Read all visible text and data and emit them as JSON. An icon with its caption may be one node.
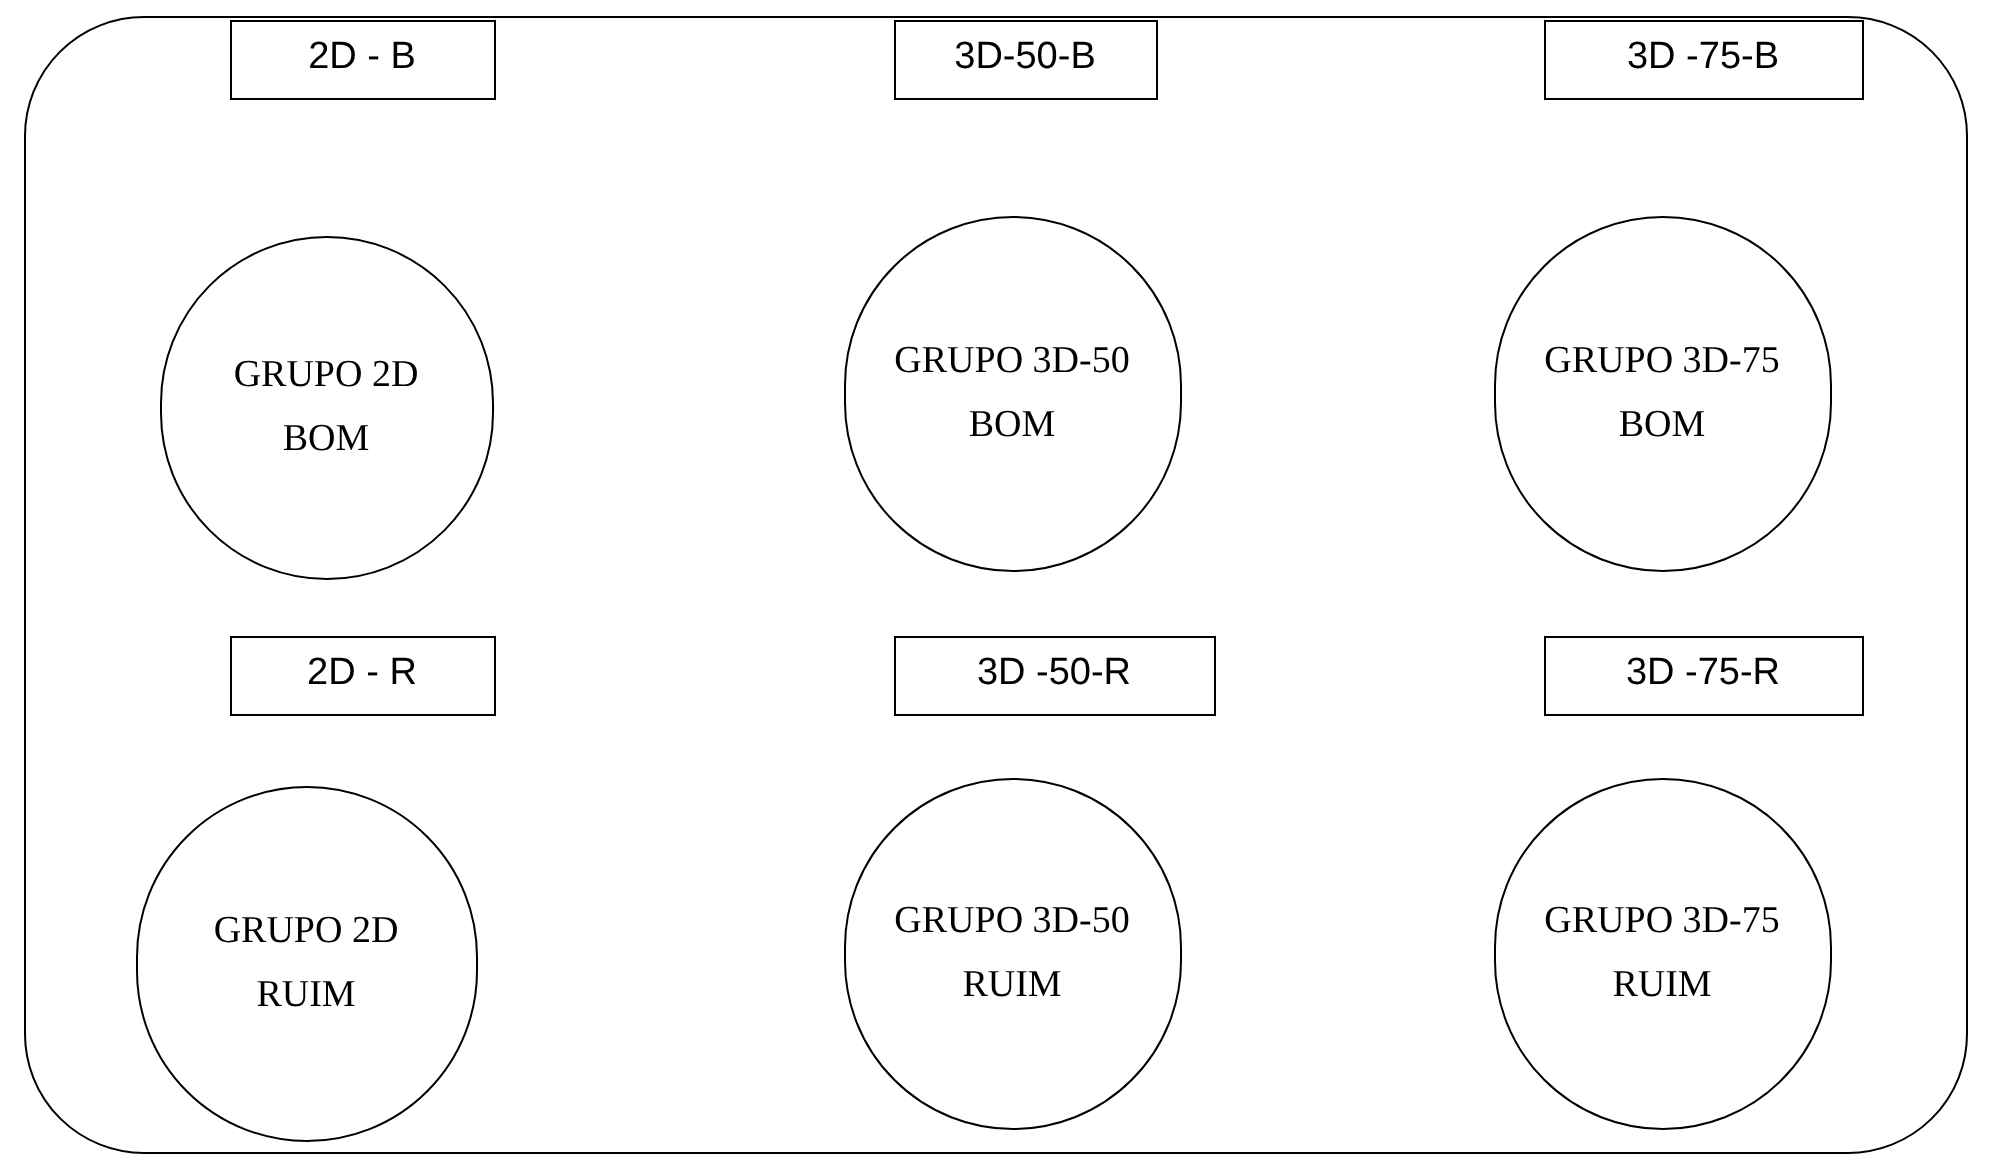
{
  "diagram": {
    "nodes": [
      {
        "text": [],
        "shape": "box"
      },
      {
        "text": [
          "2D - B"
        ],
        "in": 0
      },
      {
        "text": [
          "3D-50-B"
        ],
        "in": 0
      },
      {
        "text": [
          "3D -75-B"
        ],
        "in": 0
      },
      {
        "text": [
          "GRUPO 2D BOM"
        ],
        "in": 0
      },
      {
        "text": [
          "GRUPO 3D-50 BOM"
        ],
        "in": 0
      },
      {
        "text": [
          "GRUPO 3D-75 BOM"
        ],
        "in": 0
      },
      {
        "text": [
          "2D - R"
        ],
        "in": 0
      },
      {
        "text": [
          "3D -50-R"
        ],
        "in": 0
      },
      {
        "text": [
          "3D -75-R"
        ],
        "in": 0
      },
      {
        "text": [
          "GRUPO 2D RUIM"
        ],
        "in": 0
      },
      {
        "text": [
          "GRUPO 3D-50 RUIM"
        ],
        "in": 0
      },
      {
        "text": [
          "GRUPO 3D-75 RUIM"
        ],
        "in": 0
      }
    ]
  }
}
